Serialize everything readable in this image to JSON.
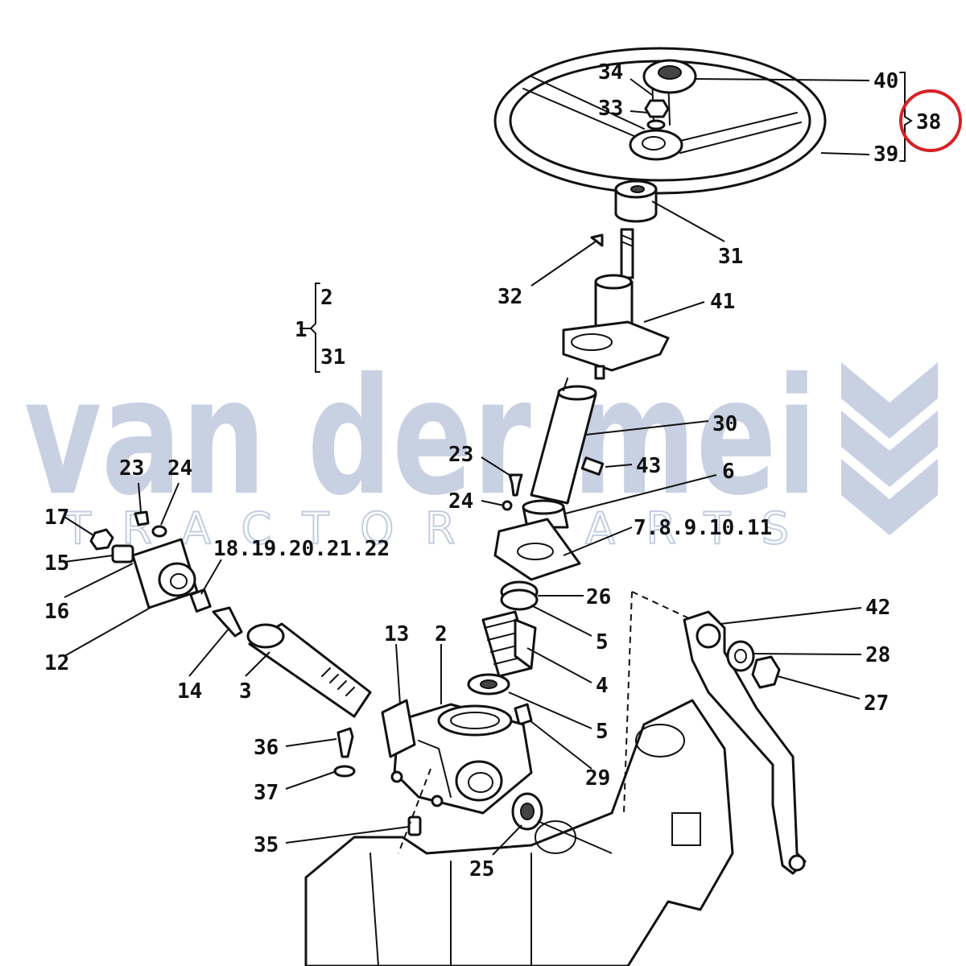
{
  "watermark": {
    "brand": "van der mei",
    "tagline": "TRACTOR PARTS",
    "color": "#9aaccb"
  },
  "highlight": {
    "label": "38",
    "color": "#d81f26"
  },
  "parts": [
    {
      "id": "p40",
      "text": "40"
    },
    {
      "id": "p34",
      "text": "34"
    },
    {
      "id": "p33",
      "text": "33"
    },
    {
      "id": "p39",
      "text": "39"
    },
    {
      "id": "p31a",
      "text": "31"
    },
    {
      "id": "p32",
      "text": "32"
    },
    {
      "id": "p41",
      "text": "41"
    },
    {
      "id": "p30",
      "text": "30"
    },
    {
      "id": "p23a",
      "text": "23"
    },
    {
      "id": "p43",
      "text": "43"
    },
    {
      "id": "p6",
      "text": "6"
    },
    {
      "id": "p24a",
      "text": "24"
    },
    {
      "id": "p7_11",
      "text": "7.8.9.10.11"
    },
    {
      "id": "p26",
      "text": "26"
    },
    {
      "id": "p5a",
      "text": "5"
    },
    {
      "id": "p4",
      "text": "4"
    },
    {
      "id": "p5b",
      "text": "5"
    },
    {
      "id": "p29",
      "text": "29"
    },
    {
      "id": "p42",
      "text": "42"
    },
    {
      "id": "p28",
      "text": "28"
    },
    {
      "id": "p27",
      "text": "27"
    },
    {
      "id": "p23b",
      "text": "23"
    },
    {
      "id": "p24b",
      "text": "24"
    },
    {
      "id": "p17",
      "text": "17"
    },
    {
      "id": "p15",
      "text": "15"
    },
    {
      "id": "p16",
      "text": "16"
    },
    {
      "id": "p12",
      "text": "12"
    },
    {
      "id": "p18_22",
      "text": "18.19.20.21.22"
    },
    {
      "id": "p14",
      "text": "14"
    },
    {
      "id": "p3",
      "text": "3"
    },
    {
      "id": "p13",
      "text": "13"
    },
    {
      "id": "p2",
      "text": "2"
    },
    {
      "id": "p36",
      "text": "36"
    },
    {
      "id": "p37",
      "text": "37"
    },
    {
      "id": "p35",
      "text": "35"
    },
    {
      "id": "p25",
      "text": "25"
    }
  ],
  "group_note": {
    "main": "1",
    "top": "2",
    "bottom": "31"
  }
}
